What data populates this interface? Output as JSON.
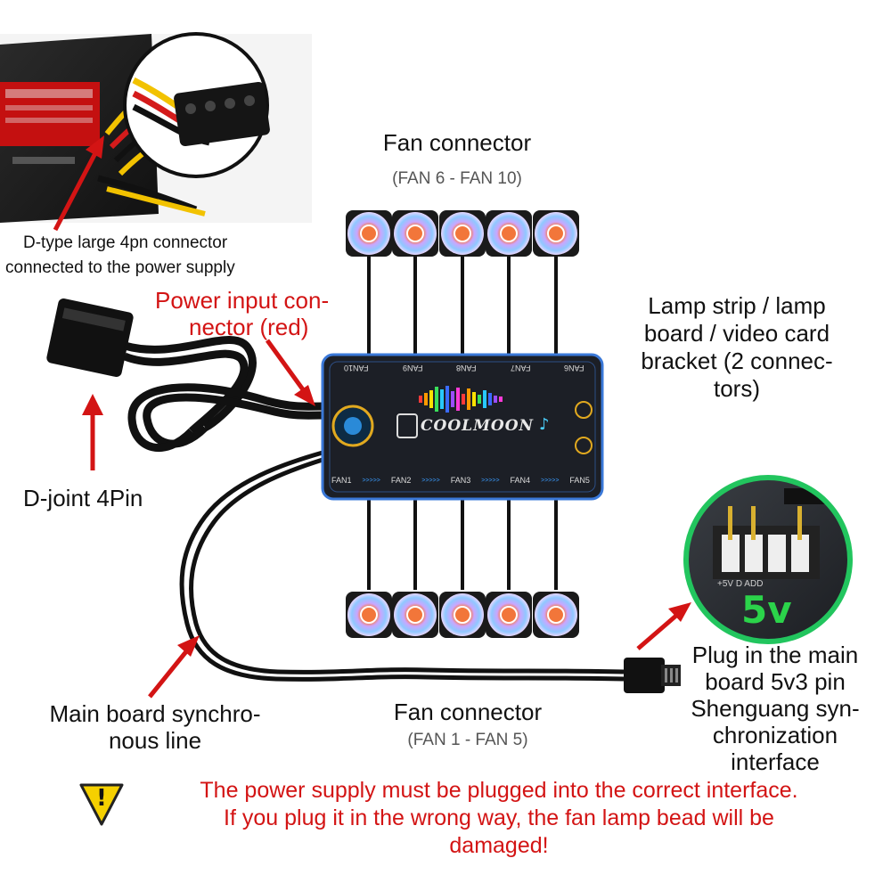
{
  "labels": {
    "top_fan_title": "Fan connector",
    "top_fan_range": "(FAN 6 - FAN 10)",
    "bottom_fan_title": "Fan connector",
    "bottom_fan_range": "(FAN 1 - FAN 5)",
    "psu_connector_line1": "D-type large 4pn connector",
    "psu_connector_line2": "connected to the power supply",
    "power_input_line1": "Power input con-",
    "power_input_line2": "nector (red)",
    "djoint": "D-joint 4Pin",
    "lamp_line1": "Lamp strip / lamp",
    "lamp_line2": "board / video card",
    "lamp_line3": "bracket (2 connec-",
    "lamp_line4": "tors)",
    "sync_line1": "Main board synchro-",
    "sync_line2": "nous line",
    "plug_line1": "Plug in the main",
    "plug_line2": "board 5v3 pin",
    "plug_line3": "Shenguang syn-",
    "plug_line4": "chronization",
    "plug_line5": "interface",
    "warning_line1": "The power supply must be plugged into the correct interface.",
    "warning_line2": "If you plug it in the wrong way, the fan lamp bead will be",
    "warning_line3": "damaged!",
    "warning_symbol": "!"
  },
  "hub": {
    "brand": "COOLMOON",
    "top_ports": [
      "FAN10",
      "FAN9",
      "FAN8",
      "FAN7",
      "FAN6"
    ],
    "bottom_ports": [
      "FAN1",
      "FAN2",
      "FAN3",
      "FAN4",
      "FAN5"
    ],
    "arrows": ">>>>>"
  },
  "motherboard_inset": {
    "voltage": "5v",
    "header_text": "+5V D ADD"
  },
  "colors": {
    "callout_red": "#d31414",
    "hub_body": "#1c1f26",
    "hub_border": "#3a78d8",
    "inset_ring": "#22c55e",
    "warning_yellow": "#f5d000"
  }
}
